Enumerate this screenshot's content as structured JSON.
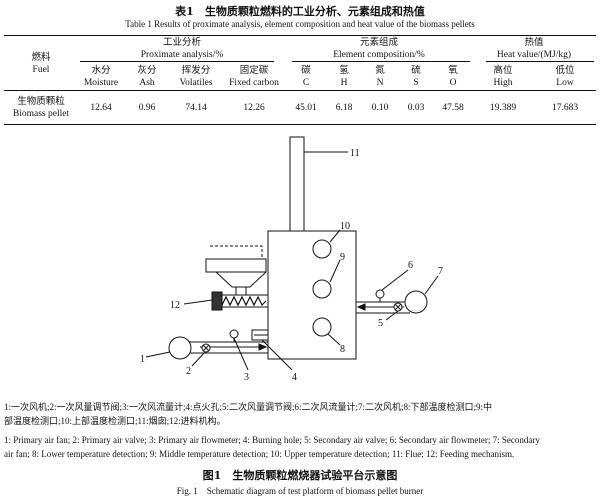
{
  "table": {
    "caption_cn": "表1　生物质颗粒燃料的工业分析、元素组成和热值",
    "caption_en": "Table 1  Results of proximate analysis, element composition and heat value of the biomass pellets",
    "fuel_header_cn": "燃料",
    "fuel_header_en": "Fuel",
    "groups": [
      {
        "cn": "工业分析",
        "en": "Proximate analysis/%"
      },
      {
        "cn": "元素组成",
        "en": "Element composition/%"
      },
      {
        "cn": "热值",
        "en": "Heat value/(MJ/kg)"
      }
    ],
    "columns": [
      {
        "cn": "水分",
        "en": "Moisture"
      },
      {
        "cn": "灰分",
        "en": "Ash"
      },
      {
        "cn": "挥发分",
        "en": "Volatiles"
      },
      {
        "cn": "固定碳",
        "en": "Fixed carbon"
      },
      {
        "cn": "碳",
        "en": "C"
      },
      {
        "cn": "氢",
        "en": "H"
      },
      {
        "cn": "氮",
        "en": "N"
      },
      {
        "cn": "硫",
        "en": "S"
      },
      {
        "cn": "氧",
        "en": "O"
      },
      {
        "cn": "高位",
        "en": "High"
      },
      {
        "cn": "低位",
        "en": "Low"
      }
    ],
    "row": {
      "name_cn": "生物质颗粒",
      "name_en": "Biomass pellet",
      "values": [
        "12.64",
        "0.96",
        "74.14",
        "12.26",
        "45.01",
        "6.18",
        "0.10",
        "0.03",
        "47.58",
        "19.389",
        "17.683"
      ]
    }
  },
  "figure": {
    "labels": [
      "1",
      "2",
      "3",
      "4",
      "5",
      "6",
      "7",
      "8",
      "9",
      "10",
      "11",
      "12"
    ],
    "legend_cn_line1": "1:一次风机;2:一次风量调节阀;3:一次风流量计;4:点火孔;5:二次风量调节阀;6:二次风流量计;7:二次风机;8:下部温度检测口;9:中",
    "legend_cn_line2": "部温度检测口;10:上部温度检测口;11:烟囱;12:进料机构。",
    "legend_en_line1": "1: Primary air fan; 2: Primary air valve; 3: Primary air flowmeter; 4: Burning hole; 5: Secondary air valve; 6: Secondary air flowmeter; 7: Secondary",
    "legend_en_line2": "air fan; 8: Lower temperature detection; 9: Middle temperature detection; 10: Upper temperature detection; 11: Flue; 12: Feeding mechanism.",
    "caption_cn": "图1　生物质颗粒燃烧器试验平台示意图",
    "caption_en": "Fig. 1　Schematic diagram of test platform of biomass pellet burner"
  }
}
